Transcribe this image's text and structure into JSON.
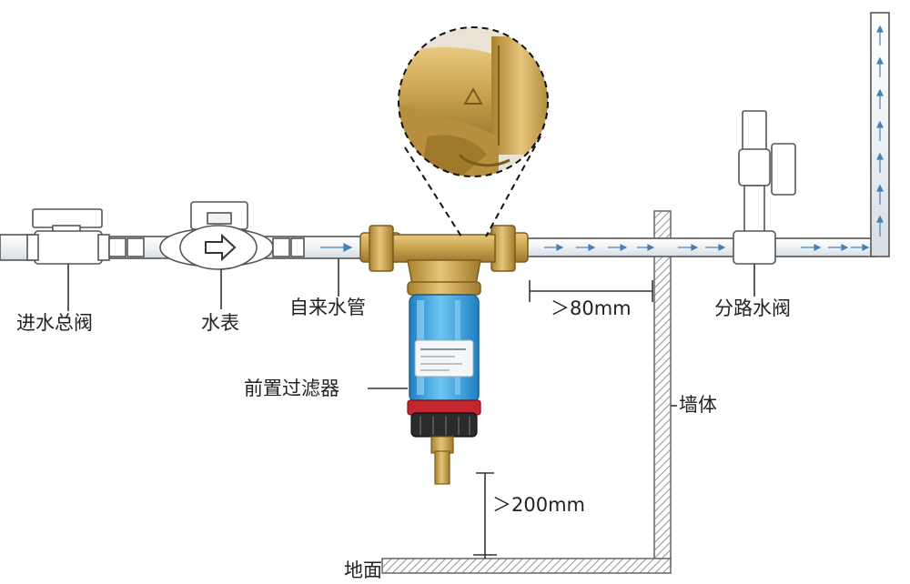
{
  "labels": {
    "main_valve": "进水总阀",
    "water_meter": "水表",
    "tap_water_pipe": "自来水管",
    "pre_filter": "前置过滤器",
    "branch_valve": "分路水阀",
    "wall": "墙体",
    "floor": "地面",
    "wall_distance": "＞80mm",
    "floor_distance": "＞200mm"
  },
  "colors": {
    "pipe_outline": "#555555",
    "flow_arrow": "#4a7fb5",
    "brass": "#c9a24e",
    "filter_bowl": "#3aa7e0",
    "filter_cap": "#c4262e",
    "wall_hatch": "#777777"
  },
  "icons": [
    "magnifier-circle",
    "flow-direction-arrows"
  ]
}
